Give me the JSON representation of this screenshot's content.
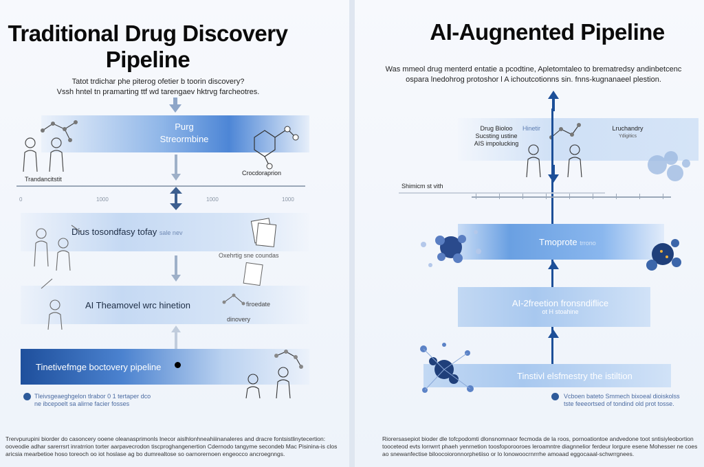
{
  "left": {
    "title_line1": "Traditional Drug Discovery",
    "title_line2": "Pipeline",
    "subtitle_line1": "Tatot trdichar phe piterog ofetier b toorin discovery?",
    "subtitle_line2": "Vssh hntel tn pramarting ttf wd tarengaev hktrvg farcheotres.",
    "band1_line1": "Purg",
    "band1_line2": "Streormbine",
    "label_left": "Trandancitstit",
    "label_right": "Crocdoraprion",
    "ticks": [
      "0",
      "1000",
      "1000",
      "1000"
    ],
    "band2_label": "Dius tosondfasy tofay",
    "band2_small": "sale nev",
    "band2_note": "Oxehrtig sne coundas",
    "band3_label": "AI Theamovel wrc hinetion",
    "band3_note_a": "firoedate",
    "band3_note_b": "dinovery",
    "band4_label": "Tinetivefmge boctovery pipeline",
    "legend_line1": "Tleivsgeaeghgelon tlrabor 0 1 tertaper dco",
    "legend_line2": "ne ibcepoelt sa alirne facier fosses",
    "footer_line1": "Trervpurupini biorder do casoncery ooene oleanasprimonls lnecor aislhlonhneahiiinanaleres and dracre fontsistlinytecertion:",
    "footer_line2": "ooveodie adhar sarerrsrt inratrrion torter aarpavecrodon tiscproghangenertion Cdernodo tangyme secondeb Mac Pisinina-is clos",
    "footer_line3": "aricsia mearbetioe hoso toreoch oo iot hoslase ag bo dumrealtose so oarnorernoen engeocco ancroegnngs."
  },
  "right": {
    "title": "AI-Augnented Pipeline",
    "subtitle_line1": "Was mmeol drug menterd entatie a pcodtine, Apletomtaleo to brematredsy andinbetcenc",
    "subtitle_line2": "ospara lnedohrog protoshor l A ichoutcotionns sin. fnns-kugnanaeel plestion.",
    "tl_label_1": "Drug Bioloo",
    "tl_label_2": "Sucsting ustine",
    "tl_label_3": "AIS impolucking",
    "tr_label_1": "Hinetir",
    "tr_label_2": "Lruchandry",
    "tr_label_3": "Ydigitics",
    "axis_label": "Shimicm st vith",
    "band1_label": "Tmoprote",
    "band1_small": "trrono",
    "band2_line1": "AI-2freetion fronsndiflice",
    "band2_line2": "ot H stoahine",
    "band3_label": "Tinstivl elsfmestry the istiltion",
    "legend_line1": "Vcboen bateto Smmech bixoeal dioiskolss",
    "legend_line2": "tste feeeortsed of tondind old prot tosse.",
    "footer_line1": "Riorersasepiot bioder dle tofcpodomti dlonsnomnaor fecmoda de la roos, pornoationtoe andvedone toot sntisiyleobortion",
    "footer_line2": "tooceteod evts lorrwrrt phaeh yenrnetion toosfoporooroes leroamntre diagnnelior ferdeur lorgure esene Mohesser ne coes",
    "footer_line3": "ao snewanfectise biloocoioronnorphetiiso or lo lonowoocrnrrrhe amoaad eggocaaal-schwrrgnees."
  },
  "colors": {
    "arrow_gray": "#9eb0c8",
    "arrow_dark": "#3d5f8f",
    "arrow_blue": "#1c4f98"
  }
}
